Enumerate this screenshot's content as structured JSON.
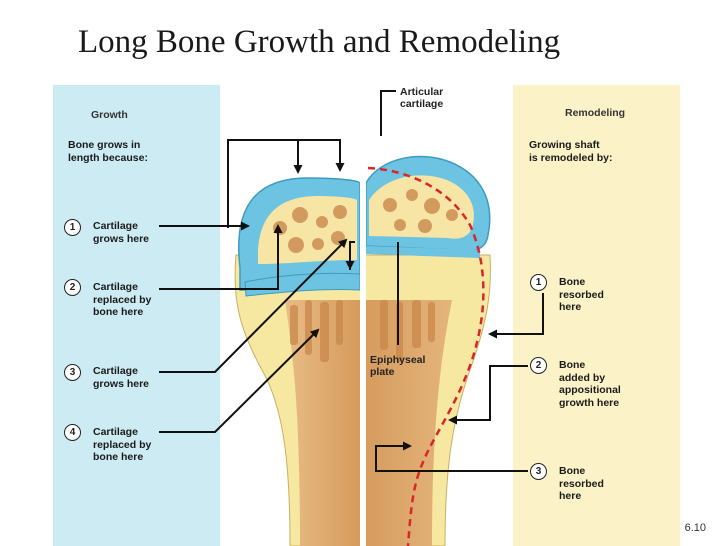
{
  "title": "Long Bone Growth and Remodeling",
  "growth": {
    "heading": "Growth",
    "intro": [
      "Bone grows in",
      "length because:"
    ],
    "steps": [
      {
        "num": "1",
        "lines": [
          "Cartilage",
          "grows here"
        ]
      },
      {
        "num": "2",
        "lines": [
          "Cartilage",
          "replaced by",
          "bone here"
        ]
      },
      {
        "num": "3",
        "lines": [
          "Cartilage",
          "grows here"
        ]
      },
      {
        "num": "4",
        "lines": [
          "Cartilage",
          "replaced by",
          "bone here"
        ]
      }
    ]
  },
  "remodeling": {
    "heading": "Remodeling",
    "intro": [
      "Growing shaft",
      "is remodeled by:"
    ],
    "steps": [
      {
        "num": "1",
        "lines": [
          "Bone",
          "resorbed",
          "here"
        ]
      },
      {
        "num": "2",
        "lines": [
          "Bone",
          "added by",
          "appositional",
          "growth here"
        ]
      },
      {
        "num": "3",
        "lines": [
          "Bone",
          "resorbed",
          "here"
        ]
      }
    ]
  },
  "labels": {
    "articular": [
      "Articular",
      "cartilage"
    ],
    "epiphyseal": [
      "Epiphyseal",
      "plate"
    ]
  },
  "slide_number": "6.10",
  "colors": {
    "growth_panel": "#cdebf3",
    "remodel_panel": "#fcf2c8",
    "cartilage": "#6cc3e2",
    "bone_pale": "#f7e8a1",
    "bone_shaft": "#d9a46a",
    "remodel_line": "#d9262b"
  }
}
